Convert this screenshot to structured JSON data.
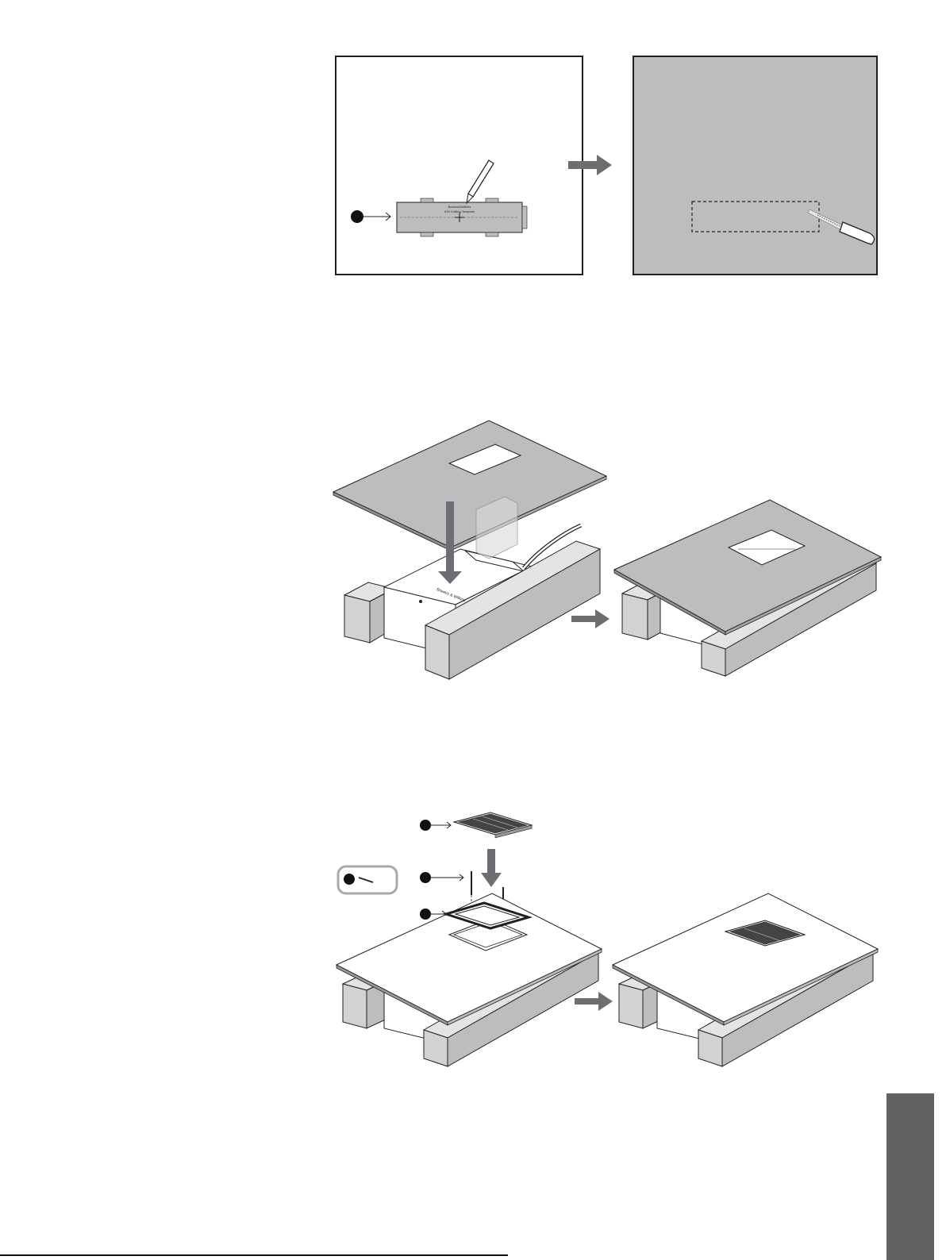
{
  "step1": {
    "template_title": "Bowers&Wilkins",
    "template_subtitle": "IDN Cutting Template",
    "template_side_label": "",
    "template_bottom_label": ""
  },
  "step2": {
    "box_label": "Bowers & Wilkins"
  },
  "footer": {
    "text": ""
  },
  "colors": {
    "panel_gray": "#bcbdbf",
    "arrow_gray": "#6d6e71",
    "tab_gray": "#616264",
    "outline": "#231f20"
  },
  "icons": [
    "pencil-icon",
    "drywall-saw-icon",
    "callout-marker-icon",
    "arrow-right-icon",
    "arrow-down-icon",
    "screw-icon"
  ]
}
